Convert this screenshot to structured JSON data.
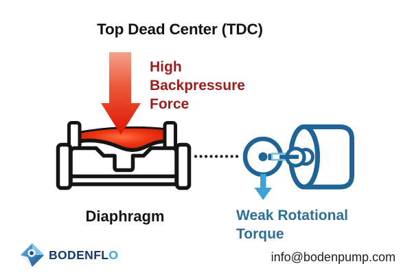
{
  "title": "Top Dead Center (TDC)",
  "annotations": {
    "backpressure_text": "High\nBackpressure\nForce",
    "diaphragm_label": "Diaphragm",
    "torque_text": "Weak Rotational\nTorque"
  },
  "footer": {
    "logo_text_primary": "BODENFL",
    "logo_text_accent": "O",
    "email": "info@bodenpump.com"
  },
  "icons": [
    "backpressure-arrow-icon",
    "diaphragm-pump-illustration",
    "connector-dotted-line",
    "motor-illustration",
    "torque-arrow-icon",
    "bodenflo-logo-icon"
  ],
  "colors": {
    "arrow_red_top": "#F5A18C",
    "arrow_red_bottom": "#DD1404",
    "fluid_red": "#EE3412",
    "label_red": "#9B1B1B",
    "outline_black": "#151515",
    "motor_teal": "#1E6496",
    "torque_text_teal": "#2E6E94",
    "torque_arrow_blue": "#3FA2D2",
    "shaft_light_blue": "#74C0E2",
    "logo_navy": "#16396D",
    "logo_cyan": "#36A9DB",
    "background": "#FFFFFF"
  }
}
